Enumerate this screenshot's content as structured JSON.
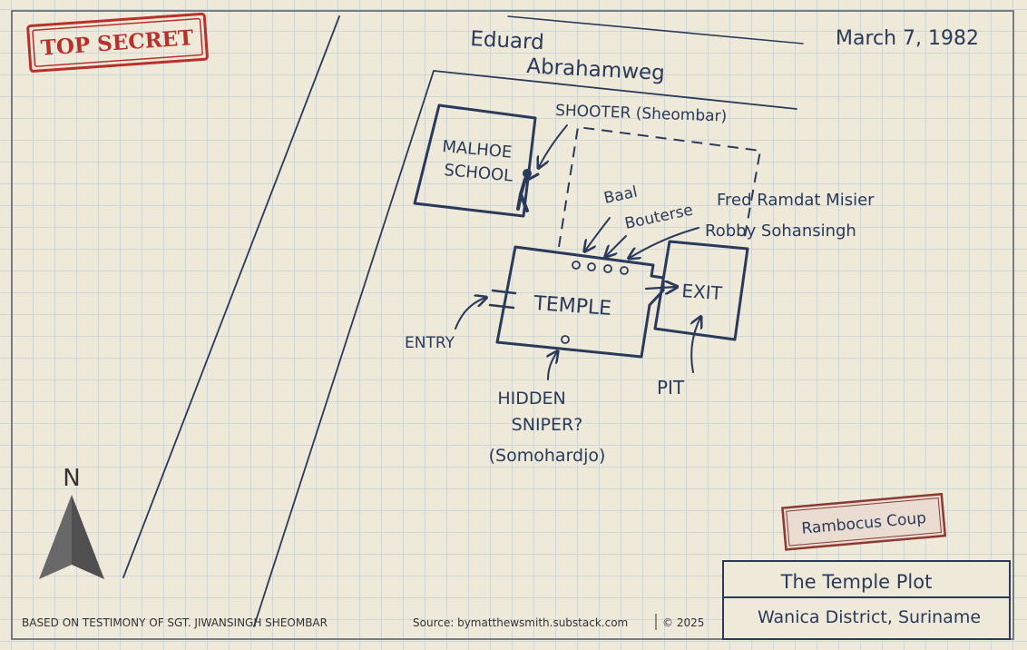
{
  "stamp": {
    "text": "TOP SECRET",
    "color": "#b8302a"
  },
  "date": "March 7,  1982",
  "street": {
    "line1": "Eduard",
    "line2": "Abrahamweg"
  },
  "buildings": {
    "school": {
      "line1": "MALHOE",
      "line2": "SCHOOL"
    },
    "temple": "TEMPLE",
    "exit": "EXIT"
  },
  "labels": {
    "shooter": "SHOOTER (Sheombar)",
    "baal": "Baal",
    "bouterse": "Bouterse",
    "fred": "Fred Ramdat Misier",
    "robby": "Robby Sohansingh",
    "entry": "ENTRY",
    "pit": "PIT",
    "hidden_line1": "HIDDEN",
    "hidden_line2": "SNIPER?",
    "hidden_line3": "(Somohardjo)"
  },
  "north": {
    "label": "N",
    "icon": "north-arrow-icon"
  },
  "badge": {
    "text": "Rambocus Coup",
    "color": "#8a3a33"
  },
  "title_block": {
    "title": "The Temple Plot",
    "subtitle": "Wanica District, Suriname"
  },
  "footer": {
    "testimony": "BASED ON TESTIMONY OF SGT. JIWANSINGH SHEOMBAR",
    "source": "Source: bymatthewsmith.substack.com",
    "copyright": "© 2025"
  },
  "colors": {
    "ink": "#2a3a5a",
    "paper": "#efe9d9",
    "grid": "#cfd6d6"
  }
}
